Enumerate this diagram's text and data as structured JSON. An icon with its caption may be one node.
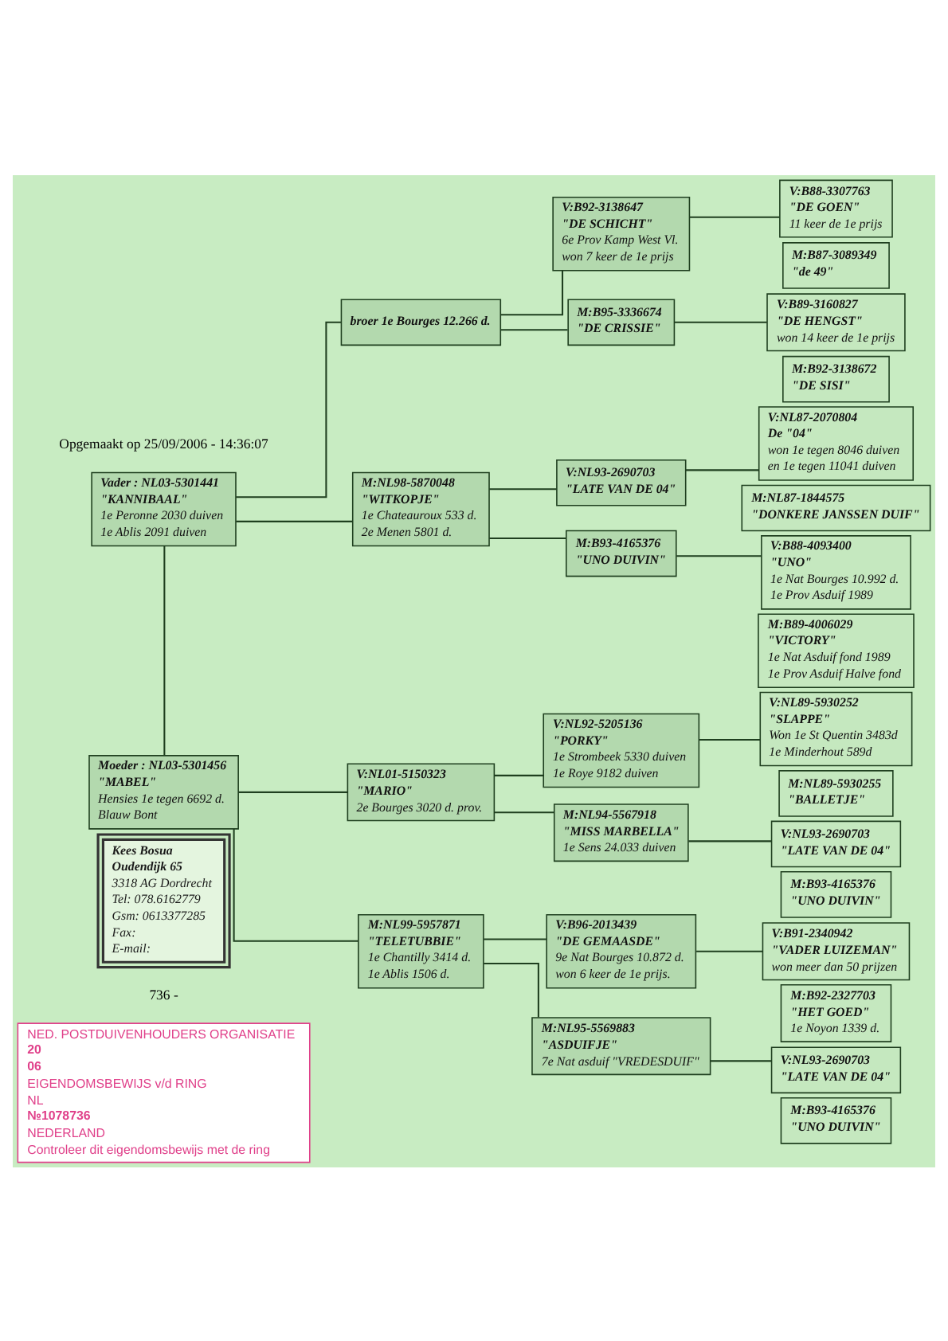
{
  "diagram": {
    "nodes": [
      {
        "text": [
          "NED. POSTDUIVENHOUDERS ORGANISATIE",
          "20",
          "06",
          "EIGENDOMSBEWIJS v/d RING",
          "NL",
          "№1078736",
          "NEDERLAND",
          "Controleer dit eigendomsbewijs met de ring"
        ]
      },
      {
        "text": [
          "Kees Bosua",
          "Oudendijk 65",
          "3318 AG Dordrecht",
          "Tel: 078.6162779",
          "Gsm: 0613377285",
          "Fax:",
          "E-mail:"
        ]
      },
      {
        "text": [
          "Vader : NL03-5301441",
          "\"KANNIBAAL\"",
          "1e Peronne 2030 duiven",
          "1e Ablis 2091 duiven"
        ]
      },
      {
        "text": [
          "broer 1e Bourges 12.266 d."
        ]
      },
      {
        "text": [
          "V:B92-3138647",
          "\"DE SCHICHT\"",
          "6e Prov Kamp West Vl.",
          "won 7 keer de 1e prijs"
        ]
      },
      {
        "text": [
          "V:B88-3307763",
          "\"DE GOEN\"",
          "11 keer de 1e prijs"
        ]
      },
      {
        "text": [
          "M:B87-3089349",
          "\"de 49\""
        ]
      },
      {
        "text": [
          "M:B95-3336674",
          "\"DE CRISSIE\""
        ]
      },
      {
        "text": [
          "V:B89-3160827",
          "\"DE HENGST\"",
          "won 14 keer de 1e prijs"
        ]
      },
      {
        "text": [
          "M:B92-3138672",
          "\"DE SISI\""
        ]
      },
      {
        "text": [
          "M:NL98-5870048",
          "\"WITKOPJE\"",
          "1e Chateauroux 533 d.",
          "2e Menen 5801 d."
        ]
      },
      {
        "text": [
          "V:NL93-2690703",
          "\"LATE VAN DE 04\""
        ]
      },
      {
        "text": [
          "V:NL87-2070804",
          "De \"04\"",
          "won 1e tegen 8046 duiven",
          "en 1e tegen 11041 duiven"
        ]
      },
      {
        "text": [
          "M:NL87-1844575",
          "\"DONKERE JANSSEN DUIF\""
        ]
      },
      {
        "text": [
          "M:B93-4165376",
          "\"UNO DUIVIN\""
        ]
      },
      {
        "text": [
          "V:B88-4093400",
          "\"UNO\"",
          "1e Nat Bourges 10.992 d.",
          "1e Prov Asduif 1989"
        ]
      },
      {
        "text": [
          "M:B89-4006029",
          "\"VICTORY\"",
          "1e Nat Asduif fond 1989",
          "1e Prov Asduif Halve fond"
        ]
      },
      {
        "text": [
          "Moeder : NL03-5301456",
          "\"MABEL\"",
          "Hensies 1e tegen 6692 d.",
          "Blauw Bont"
        ]
      },
      {
        "text": [
          "V:NL01-5150323",
          "\"MARIO\"",
          "2e Bourges 3020 d. prov."
        ]
      },
      {
        "text": [
          "V:NL92-5205136",
          "\"PORKY\"",
          "1e Strombeek 5330 duiven",
          "1e Roye 9182 duiven"
        ]
      },
      {
        "text": [
          "V:NL89-5930252",
          "\"SLAPPE\"",
          "Won 1e St Quentin 3483d",
          "1e Minderhout 589d"
        ]
      },
      {
        "text": [
          "M:NL89-5930255",
          "\"BALLETJE\""
        ]
      },
      {
        "text": [
          "M:NL94-5567918",
          "\"MISS MARBELLA\"",
          "1e Sens 24.033 duiven"
        ]
      },
      {
        "text": [
          "V:NL93-2690703",
          "\"LATE VAN DE 04\""
        ]
      },
      {
        "text": [
          "M:B93-4165376",
          "\"UNO DUIVIN\""
        ]
      },
      {
        "text": [
          "M:NL99-5957871",
          "\"TELETUBBIE\"",
          "1e Chantilly 3414 d.",
          "1e Ablis 1506 d."
        ]
      },
      {
        "text": [
          "V:B96-2013439",
          "\"DE GEMAASDE\"",
          "9e Nat Bourges 10.872 d.",
          "won 6 keer de 1e prijs."
        ]
      },
      {
        "text": [
          "V:B91-2340942",
          "\"VADER LUIZEMAN\"",
          "won meer dan 50 prijzen"
        ]
      },
      {
        "text": [
          "M:B92-2327703",
          "\"HET GOED\"",
          "1e Noyon 1339 d."
        ]
      },
      {
        "text": [
          "M:NL95-5569883",
          "\"ASDUIFJE\"",
          "7e Nat asduif \"VREDESDUIF\""
        ]
      },
      {
        "text": [
          "V:NL93-2690703",
          "\"LATE VAN DE 04\""
        ]
      },
      {
        "text": [
          "M:B93-4165376",
          "\"UNO DUIVIN\""
        ]
      }
    ],
    "edges": [
      {
        "from": 2,
        "to": 3,
        "arrow": "none"
      },
      {
        "from": 2,
        "to": 10,
        "arrow": "none"
      },
      {
        "from": 3,
        "to": 4,
        "arrow": "none"
      },
      {
        "from": 3,
        "to": 7,
        "arrow": "none"
      },
      {
        "from": 4,
        "to": 5,
        "arrow": "none"
      },
      {
        "from": 7,
        "to": 8,
        "arrow": "none"
      },
      {
        "from": 10,
        "to": 11,
        "arrow": "none"
      },
      {
        "from": 10,
        "to": 14,
        "arrow": "none"
      },
      {
        "from": 11,
        "to": 12,
        "arrow": "none"
      },
      {
        "from": 14,
        "to": 15,
        "arrow": "none"
      },
      {
        "from": 2,
        "to": 17,
        "arrow": "none"
      },
      {
        "from": 17,
        "to": 18,
        "arrow": "none"
      },
      {
        "from": 17,
        "to": 25,
        "arrow": "none"
      },
      {
        "from": 18,
        "to": 19,
        "arrow": "none"
      },
      {
        "from": 18,
        "to": 22,
        "arrow": "none"
      },
      {
        "from": 19,
        "to": 20,
        "arrow": "none"
      },
      {
        "from": 22,
        "to": 23,
        "arrow": "none"
      },
      {
        "from": 25,
        "to": 26,
        "arrow": "none"
      },
      {
        "from": 25,
        "to": 29,
        "arrow": "none"
      },
      {
        "from": 26,
        "to": 27,
        "arrow": "none"
      },
      {
        "from": 29,
        "to": 30,
        "arrow": "none"
      }
    ],
    "labels": [
      "736 -",
      "Opgemaakt op 25/09/2006 - 14:36:07"
    ]
  }
}
